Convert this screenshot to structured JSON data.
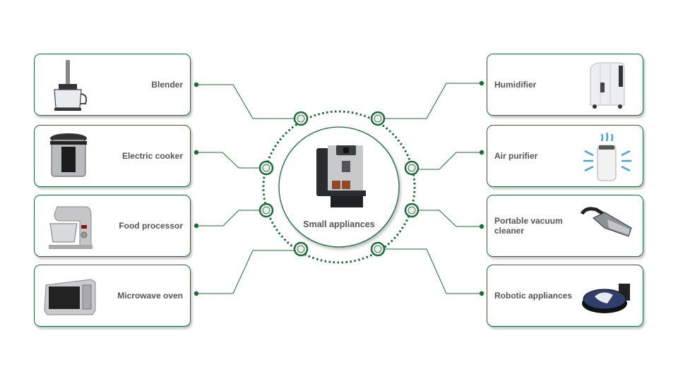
{
  "center": {
    "label": "Small appliances",
    "icon": "coffee-machine-icon"
  },
  "colors": {
    "accent": "#1e6b3a",
    "text": "#555555"
  },
  "left_items": [
    {
      "label": "Blender",
      "icon": "blender-icon"
    },
    {
      "label": "Electric cooker",
      "icon": "pressure-cooker-icon"
    },
    {
      "label": "Food  processor",
      "icon": "stand-mixer-icon"
    },
    {
      "label": "Microwave oven",
      "icon": "microwave-icon"
    }
  ],
  "right_items": [
    {
      "label": "Humidifier",
      "icon": "humidifier-icon"
    },
    {
      "label": "Air purifier",
      "icon": "air-purifier-icon"
    },
    {
      "label_line1": "Portable vacuum",
      "label_line2": "cleaner",
      "icon": "handheld-vacuum-icon"
    },
    {
      "label": "Robotic  appliances",
      "icon": "robot-vacuum-icon"
    }
  ]
}
